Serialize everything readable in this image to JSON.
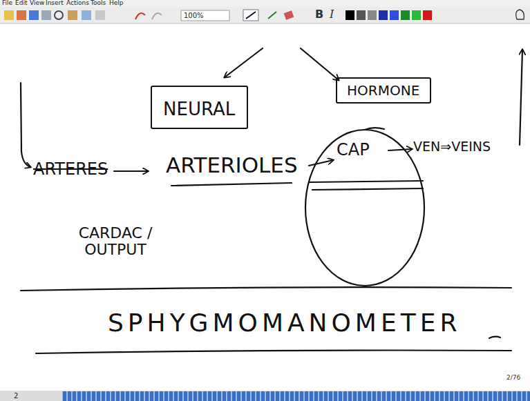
{
  "diagram": {
    "nodes": [
      {
        "text": [
          "NEURAL"
        ]
      },
      {
        "text": [
          "HORMONE"
        ]
      },
      {
        "text": [
          "CAP"
        ]
      }
    ],
    "labels": [
      "File",
      "Edit",
      "View",
      "Insert",
      "Actions",
      "Tools",
      "Help",
      "100%",
      "B",
      "I",
      "ARTERES",
      "ARTERIOLES",
      "VEN⇒VEINS",
      "CARDAC / OUTPUT",
      "SPHYGMOMANOMETER",
      "2/76",
      "2"
    ]
  }
}
